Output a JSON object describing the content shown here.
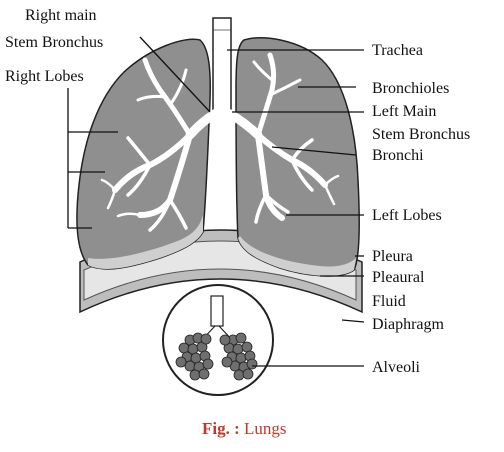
{
  "labels": {
    "right_main": "Right main",
    "stem_bronchus_right": "Stem Bronchus",
    "right_lobes": "Right Lobes",
    "trachea": "Trachea",
    "bronchioles": "Bronchioles",
    "left_main": "Left Main",
    "stem_bronchus_left": "Stem Bronchus",
    "bronchi": "Bronchi",
    "left_lobes": "Left Lobes",
    "pleura": "Pleura",
    "pleaural": "Pleaural",
    "fluid": "Fluid",
    "diaphragm": "Diaphragm",
    "alveoli": "Alveoli"
  },
  "caption": {
    "prefix": "Fig. :",
    "text": " Lungs"
  },
  "colors": {
    "lung_fill": "#8a8a8a",
    "lung_shadow": "#c9c9c9",
    "diaphragm": "#b8b8b8",
    "caption_prefix": "#c0392b",
    "caption_text": "#c0392b",
    "airway": "#ffffff",
    "outline": "#222222"
  }
}
